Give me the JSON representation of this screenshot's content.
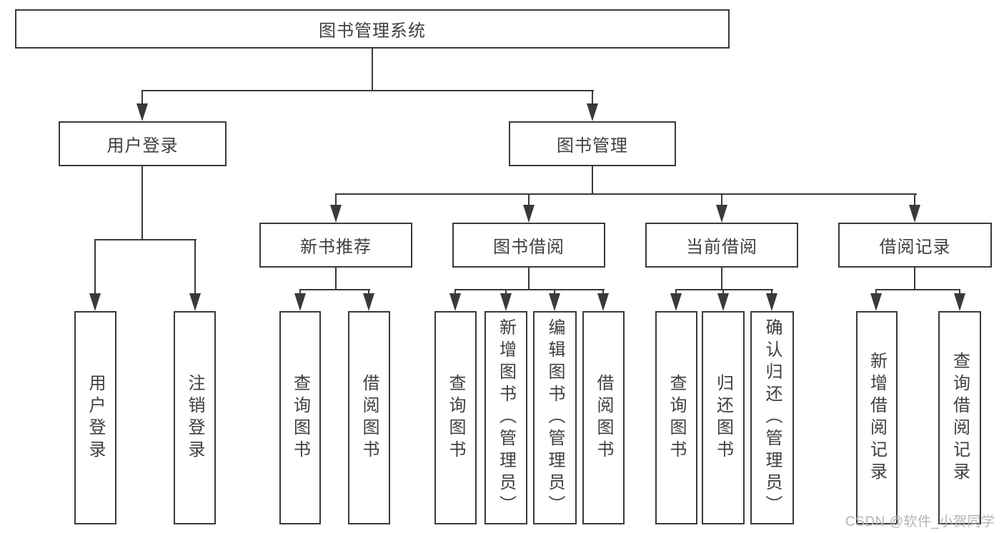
{
  "diagram_title": "图书管理系统",
  "tree": {
    "label": "图书管理系统",
    "children": [
      {
        "label": "用户登录",
        "children": [
          {
            "label": "用户登录"
          },
          {
            "label": "注销登录"
          }
        ]
      },
      {
        "label": "图书管理",
        "children": [
          {
            "label": "新书推荐",
            "children": [
              {
                "label": "查询图书"
              },
              {
                "label": "借阅图书"
              }
            ]
          },
          {
            "label": "图书借阅",
            "children": [
              {
                "label": "查询图书"
              },
              {
                "label": "新增图书（管理员）"
              },
              {
                "label": "编辑图书（管理员）"
              },
              {
                "label": "借阅图书"
              }
            ]
          },
          {
            "label": "当前借阅",
            "children": [
              {
                "label": "查询图书"
              },
              {
                "label": "归还图书"
              },
              {
                "label": "确认归还（管理员）"
              }
            ]
          },
          {
            "label": "借阅记录",
            "children": [
              {
                "label": "新增借阅记录"
              },
              {
                "label": "查询借阅记录"
              }
            ]
          }
        ]
      }
    ]
  },
  "watermark": {
    "text": "CSDN @软件_小贺同学",
    "color": "#b3b3b3"
  },
  "style": {
    "line_color": "#3a3a3a",
    "text_color": "#3f3f3f",
    "box_background": "#ffffff",
    "page_background": "#ffffff"
  }
}
